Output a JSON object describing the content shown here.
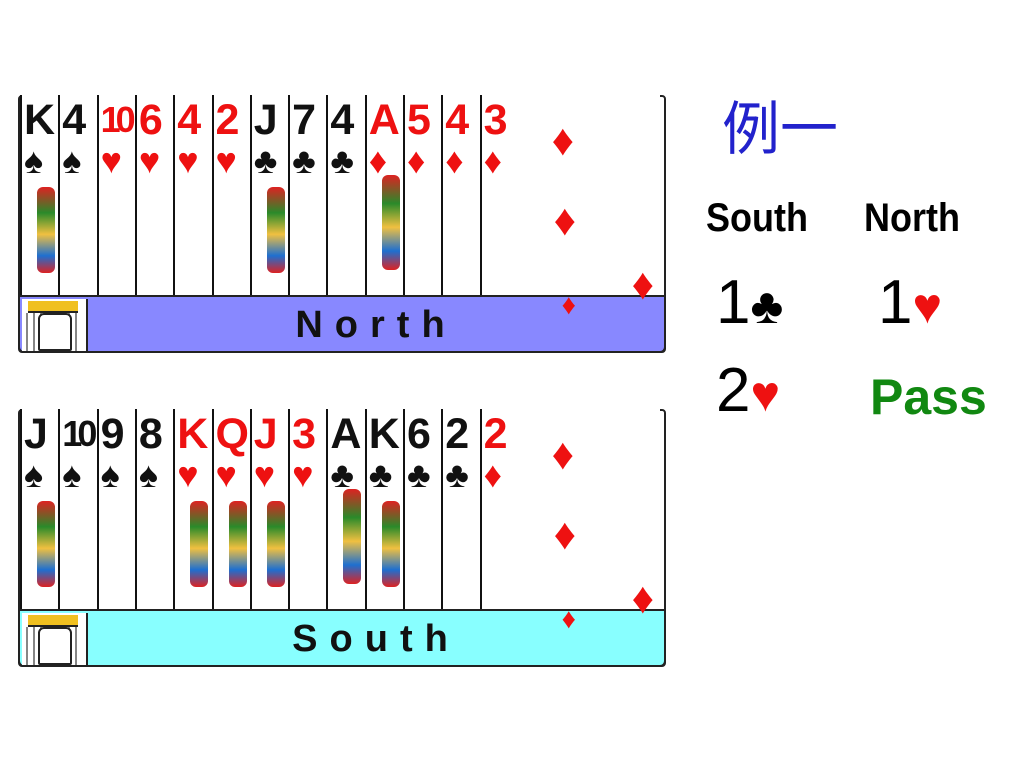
{
  "title": "例一",
  "north_hand": {
    "label": "North",
    "cards": [
      {
        "rank": "K",
        "suit": "♠",
        "color": "black"
      },
      {
        "rank": "4",
        "suit": "♠",
        "color": "black"
      },
      {
        "rank": "10",
        "suit": "♥",
        "color": "red"
      },
      {
        "rank": "6",
        "suit": "♥",
        "color": "red"
      },
      {
        "rank": "4",
        "suit": "♥",
        "color": "red"
      },
      {
        "rank": "2",
        "suit": "♥",
        "color": "red"
      },
      {
        "rank": "J",
        "suit": "♣",
        "color": "black"
      },
      {
        "rank": "7",
        "suit": "♣",
        "color": "black"
      },
      {
        "rank": "4",
        "suit": "♣",
        "color": "black"
      },
      {
        "rank": "A",
        "suit": "♦",
        "color": "red"
      },
      {
        "rank": "5",
        "suit": "♦",
        "color": "red"
      },
      {
        "rank": "4",
        "suit": "♦",
        "color": "red"
      },
      {
        "rank": "3",
        "suit": "♦",
        "color": "red"
      }
    ]
  },
  "south_hand": {
    "label": "South",
    "cards": [
      {
        "rank": "J",
        "suit": "♠",
        "color": "black"
      },
      {
        "rank": "10",
        "suit": "♠",
        "color": "black"
      },
      {
        "rank": "9",
        "suit": "♠",
        "color": "black"
      },
      {
        "rank": "8",
        "suit": "♠",
        "color": "black"
      },
      {
        "rank": "K",
        "suit": "♥",
        "color": "red"
      },
      {
        "rank": "Q",
        "suit": "♥",
        "color": "red"
      },
      {
        "rank": "J",
        "suit": "♥",
        "color": "red"
      },
      {
        "rank": "3",
        "suit": "♥",
        "color": "red"
      },
      {
        "rank": "A",
        "suit": "♣",
        "color": "black"
      },
      {
        "rank": "K",
        "suit": "♣",
        "color": "black"
      },
      {
        "rank": "6",
        "suit": "♣",
        "color": "black"
      },
      {
        "rank": "2",
        "suit": "♣",
        "color": "black"
      },
      {
        "rank": "2",
        "suit": "♦",
        "color": "red"
      }
    ]
  },
  "bidding": {
    "south_header": "South",
    "north_header": "North",
    "bids": [
      {
        "player": "south",
        "level": "1",
        "suit": "♣",
        "suit_color": "#000000"
      },
      {
        "player": "north",
        "level": "1",
        "suit": "♥",
        "suit_color": "#ee1111"
      },
      {
        "player": "south",
        "level": "2",
        "suit": "♥",
        "suit_color": "#ee1111"
      }
    ],
    "pass_label": "Pass",
    "pass_color": "#118811"
  },
  "colors": {
    "north_plate": "#8888ff",
    "south_plate": "#88ffff",
    "title": "#2222cc",
    "red_suit": "#ee1111"
  }
}
